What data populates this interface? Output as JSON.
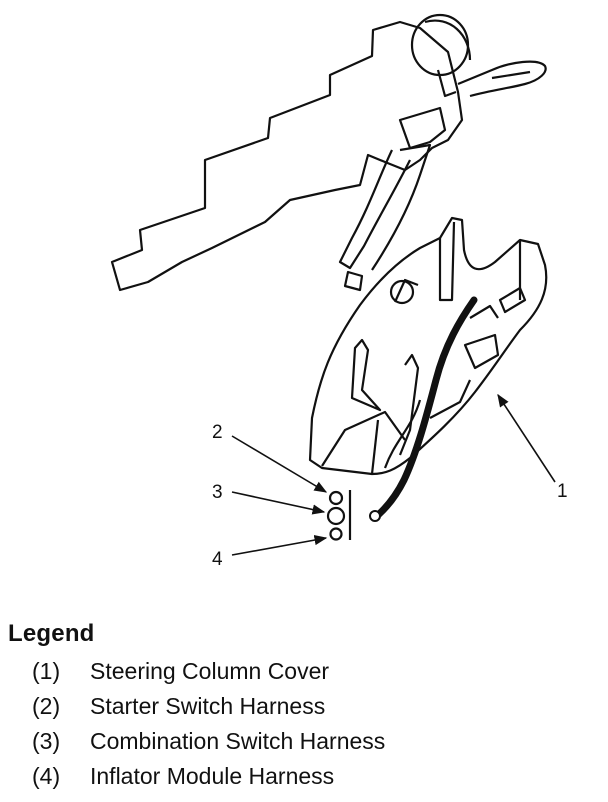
{
  "diagram": {
    "callouts": [
      {
        "id": 1,
        "label": "1"
      },
      {
        "id": 2,
        "label": "2"
      },
      {
        "id": 3,
        "label": "3"
      },
      {
        "id": 4,
        "label": "4"
      }
    ]
  },
  "legend": {
    "title": "Legend",
    "items": [
      {
        "num": "(1)",
        "text": "Steering Column Cover"
      },
      {
        "num": "(2)",
        "text": "Starter Switch Harness"
      },
      {
        "num": "(3)",
        "text": "Combination Switch Harness"
      },
      {
        "num": "(4)",
        "text": "Inflator Module Harness"
      }
    ]
  }
}
